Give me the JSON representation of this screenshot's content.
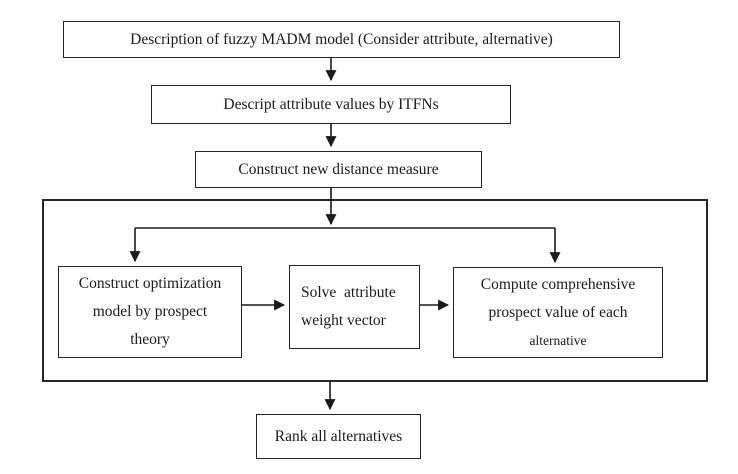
{
  "diagram": {
    "title": "Fuzzy MADM prospect-theory decision procedure flowchart",
    "colors": {
      "line": "#1a1a1a",
      "box_border": "#262626",
      "box_fill": "#ffffff",
      "text": "#1b1b1b",
      "background": "#ffffff"
    },
    "nodes": {
      "description": {
        "label": "Description of fuzzy MADM model (Consider attribute, alternative)"
      },
      "itfn": {
        "label": "Descript attribute values by ITFNs"
      },
      "distance": {
        "label": "Construct new distance measure"
      },
      "optimization": {
        "lines": [
          "Construct optimization",
          "model by prospect",
          "theory"
        ]
      },
      "weight": {
        "lines": [
          "Solve  attribute",
          "weight vector"
        ]
      },
      "prospect": {
        "lines": [
          "Compute comprehensive",
          "prospect value of each",
          "alternative"
        ]
      },
      "rank": {
        "label": "Rank all alternatives"
      }
    },
    "edges": [
      "description -> itfn",
      "itfn -> distance",
      "distance -> branch",
      "branch -> optimization",
      "branch -> prospect",
      "optimization -> weight",
      "weight -> prospect",
      "group -> rank"
    ]
  }
}
